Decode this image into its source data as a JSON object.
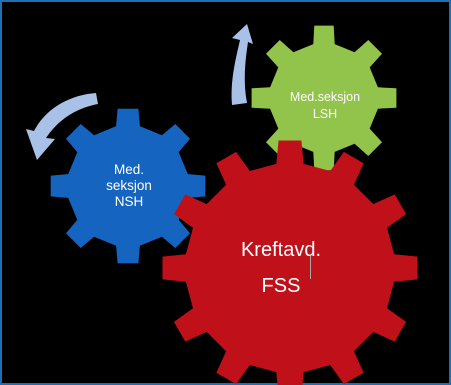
{
  "colors": {
    "frame_border": "#1f6fb8",
    "background": "#000000",
    "gear_nsh": "#1565c0",
    "gear_lsh": "#92c34b",
    "gear_fss": "#c0111a",
    "arrow": "#a9c1e6"
  },
  "gears": {
    "nsh": {
      "line1": "Med.",
      "line2": "seksjon",
      "line3": "NSH"
    },
    "lsh": {
      "line1": "Med.seksjon",
      "line2": "LSH"
    },
    "fss": {
      "line1": "Kreftavd.",
      "line2": "FSS"
    }
  },
  "icons": {
    "arrow_left": "curved-arrow-down-icon",
    "arrow_top": "curved-arrow-up-icon"
  }
}
